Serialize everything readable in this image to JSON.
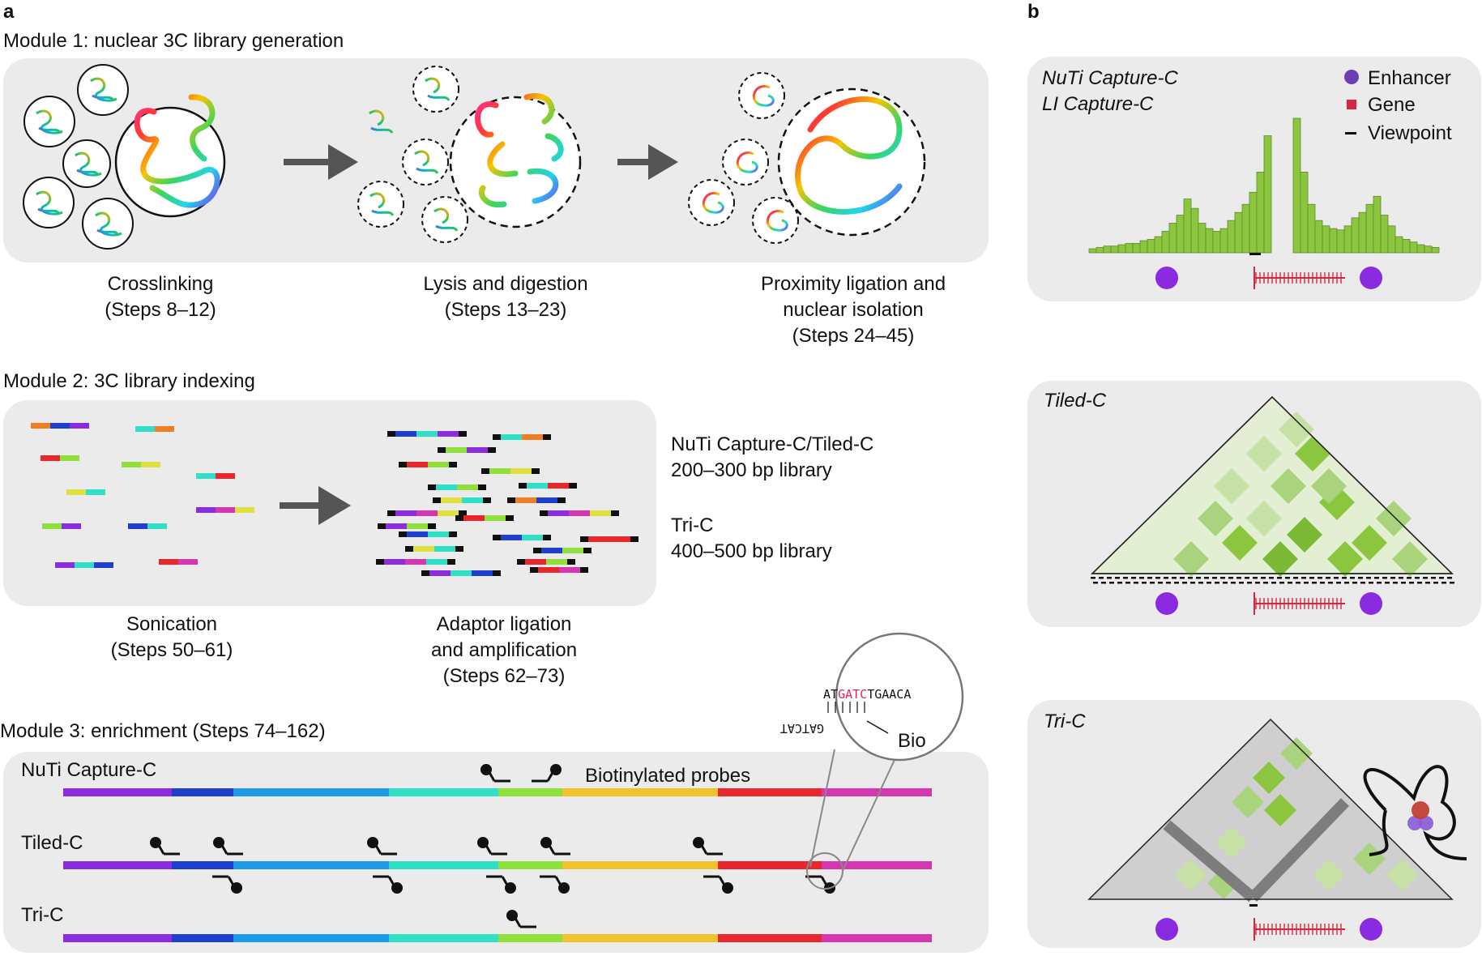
{
  "panel_a": {
    "letter": "a",
    "module1": {
      "title": "Module 1: nuclear 3C library generation",
      "steps": [
        {
          "line1": "Crosslinking",
          "line2": "(Steps 8–12)",
          "line3": ""
        },
        {
          "line1": "Lysis and digestion",
          "line2": "(Steps 13–23)",
          "line3": ""
        },
        {
          "line1": "Proximity ligation and",
          "line2": "nuclear isolation",
          "line3": "(Steps 24–45)"
        }
      ]
    },
    "module2": {
      "title": "Module 2: 3C library indexing",
      "steps": [
        {
          "line1": "Sonication",
          "line2": "(Steps 50–61)",
          "line3": ""
        },
        {
          "line1": "Adaptor ligation",
          "line2": "and amplification",
          "line3": "(Steps 62–73)"
        }
      ],
      "libraries": [
        {
          "name": "NuTi Capture-C/Tiled-C",
          "size": "200–300 bp library"
        },
        {
          "name": "Tri-C",
          "size": "400–500 bp library"
        }
      ]
    },
    "module3": {
      "title": "Module 3: enrichment (Steps 74–162)",
      "tracks": [
        "NuTi Capture-C",
        "Tiled-C",
        "Tri-C"
      ],
      "probe_label": "Biotinylated probes",
      "zoom_seq_top_a": "AT",
      "zoom_seq_top_b": "GATC",
      "zoom_seq_top_c": "TGAACA",
      "zoom_seq_bottom": "GATCAT",
      "zoom_bio": "Bio"
    }
  },
  "panel_b": {
    "letter": "b",
    "box1_titles": [
      "NuTi Capture-C",
      "LI Capture-C"
    ],
    "legend": [
      {
        "label": "Enhancer",
        "color": "#7b3fc4"
      },
      {
        "label": "Gene",
        "color": "#d7263d"
      },
      {
        "label": "Viewpoint",
        "color": "#111111"
      }
    ],
    "box2_title": "Tiled-C",
    "box3_title": "Tri-C",
    "histogram_relative_heights": [
      0.03,
      0.04,
      0.05,
      0.05,
      0.06,
      0.07,
      0.07,
      0.09,
      0.1,
      0.12,
      0.16,
      0.22,
      0.28,
      0.4,
      0.33,
      0.22,
      0.18,
      0.16,
      0.18,
      0.24,
      0.3,
      0.36,
      0.45,
      0.6,
      0.87,
      0.0,
      0.0,
      0.0,
      1.0,
      0.6,
      0.36,
      0.24,
      0.2,
      0.18,
      0.17,
      0.2,
      0.26,
      0.3,
      0.36,
      0.42,
      0.28,
      0.2,
      0.12,
      0.1,
      0.08,
      0.06,
      0.05,
      0.04
    ]
  },
  "colors": {
    "panel_bg": "#ebebeb",
    "green": "#8cc63f",
    "enhancer": "#8a2be2",
    "gene": "#d7263d",
    "arrow": "#555555"
  }
}
